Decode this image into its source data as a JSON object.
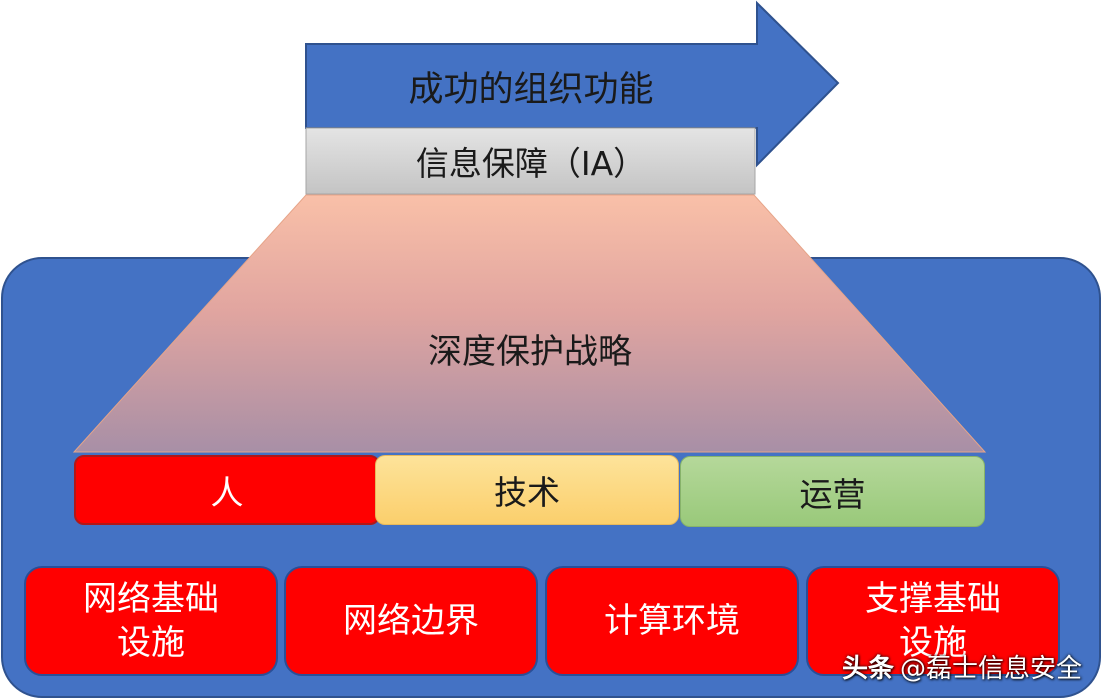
{
  "arrow_label": "成功的组织功能",
  "ia_label": "信息保障（IA）",
  "strategy_label": "深度保护战略",
  "pillars": [
    {
      "label": "人"
    },
    {
      "label": "技术"
    },
    {
      "label": "运营"
    }
  ],
  "domains": [
    {
      "label": "网络基础\n设施"
    },
    {
      "label": "网络边界"
    },
    {
      "label": "计算环境"
    },
    {
      "label": "支撑基础\n设施"
    }
  ],
  "watermark": {
    "brand": "头条",
    "handle": "@磊士信息安全"
  },
  "colors": {
    "panel_blue": "#4472c4",
    "arrow_blue": "#4472c4",
    "ia_gray": "#d0d0d0",
    "people_red": "#ff0000",
    "tech_yellow": "#fbd678",
    "ops_green": "#a9d18e",
    "domain_red": "#ff0000"
  }
}
